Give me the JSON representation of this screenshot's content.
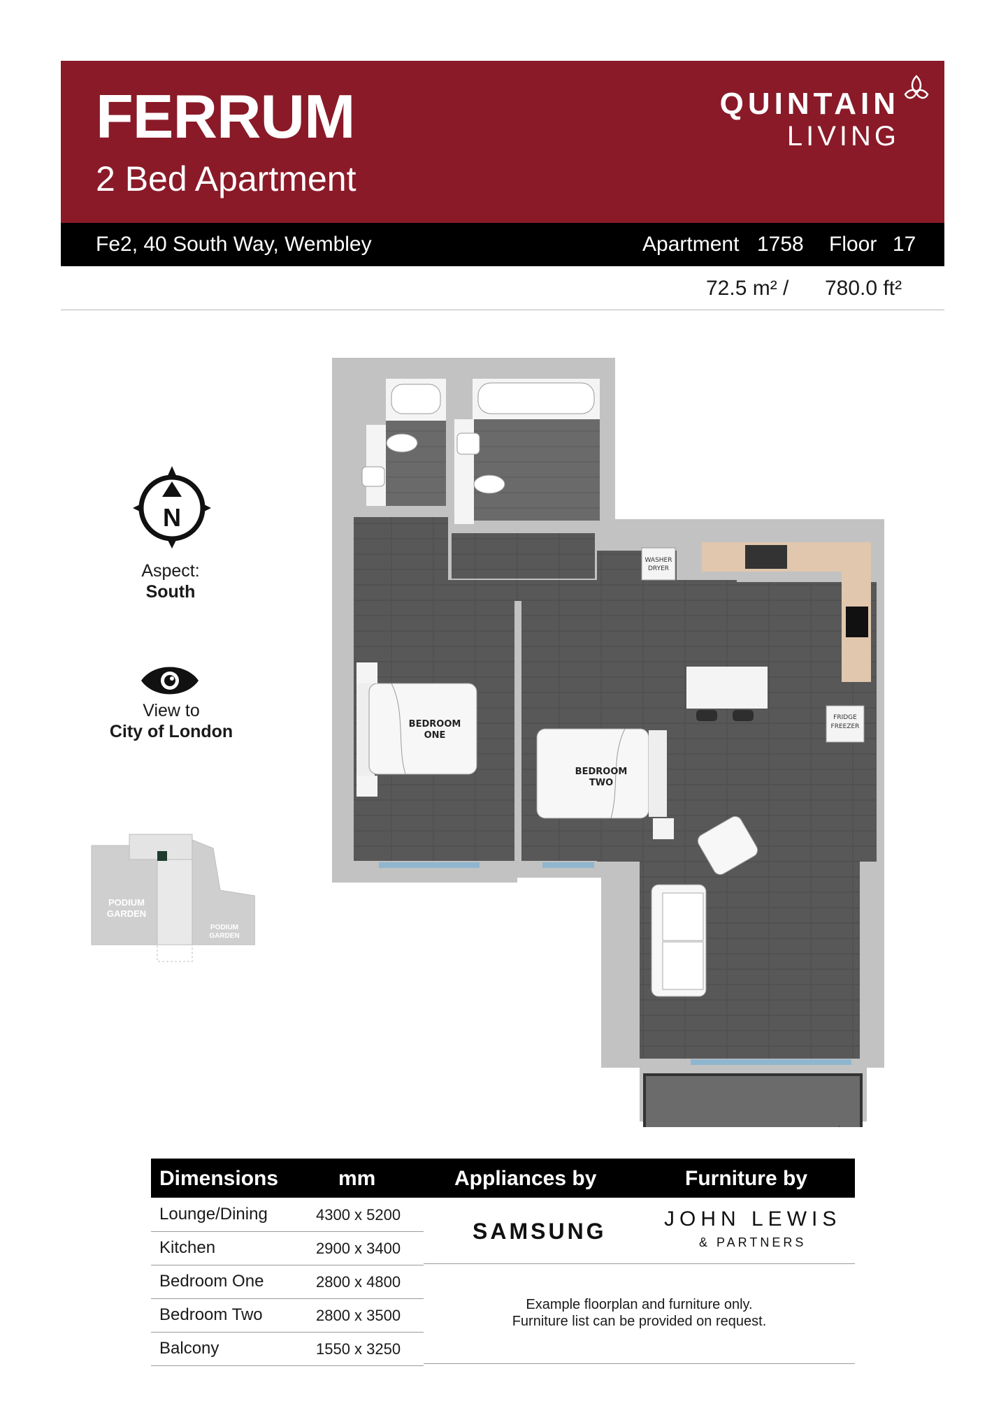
{
  "header": {
    "title": "FERRUM",
    "subtitle": "2 Bed Apartment",
    "brand_line1": "QUINTAIN",
    "brand_line2": "LIVING",
    "bg_color": "#8a1a28"
  },
  "address_bar": {
    "address": "Fe2, 40 South Way, Wembley",
    "apartment_label": "Apartment",
    "apartment_number": "1758",
    "floor_label": "Floor",
    "floor_number": "17"
  },
  "area": {
    "sqm": "72.5 m² /",
    "sqft": "780.0  ft²"
  },
  "orientation": {
    "compass_letter": "N",
    "aspect_label": "Aspect:",
    "aspect_value": "South",
    "view_label": "View to",
    "view_value": "City of London"
  },
  "site_plan": {
    "garden_left": [
      "PODIUM",
      "GARDEN"
    ],
    "garden_right": [
      "PODIUM",
      "GARDEN"
    ]
  },
  "floorplan": {
    "rooms": {
      "bedroom_one": [
        "BEDROOM",
        "ONE"
      ],
      "bedroom_two": [
        "BEDROOM",
        "TWO"
      ],
      "washer": [
        "WASHER",
        "DRYER"
      ],
      "fridge": [
        "FRIDGE",
        "FREEZER"
      ]
    }
  },
  "table": {
    "headers": {
      "dimensions": "Dimensions",
      "mm": "mm",
      "appliances": "Appliances by",
      "furniture": "Furniture by"
    },
    "rows": [
      {
        "room": "Lounge/Dining",
        "dim": "4300 x 5200"
      },
      {
        "room": "Kitchen",
        "dim": "2900 x 3400"
      },
      {
        "room": "Bedroom One",
        "dim": "2800 x 4800"
      },
      {
        "room": "Bedroom Two",
        "dim": "2800 x 3500"
      },
      {
        "room": "Balcony",
        "dim": "1550 x 3250"
      }
    ],
    "appliances_brand": "SAMSUNG",
    "furniture_brand_line1": "JOHN LEWIS",
    "furniture_brand_line2": "& PARTNERS",
    "note_line1": "Example floorplan and furniture only.",
    "note_line2": "Furniture list can be provided on request."
  }
}
